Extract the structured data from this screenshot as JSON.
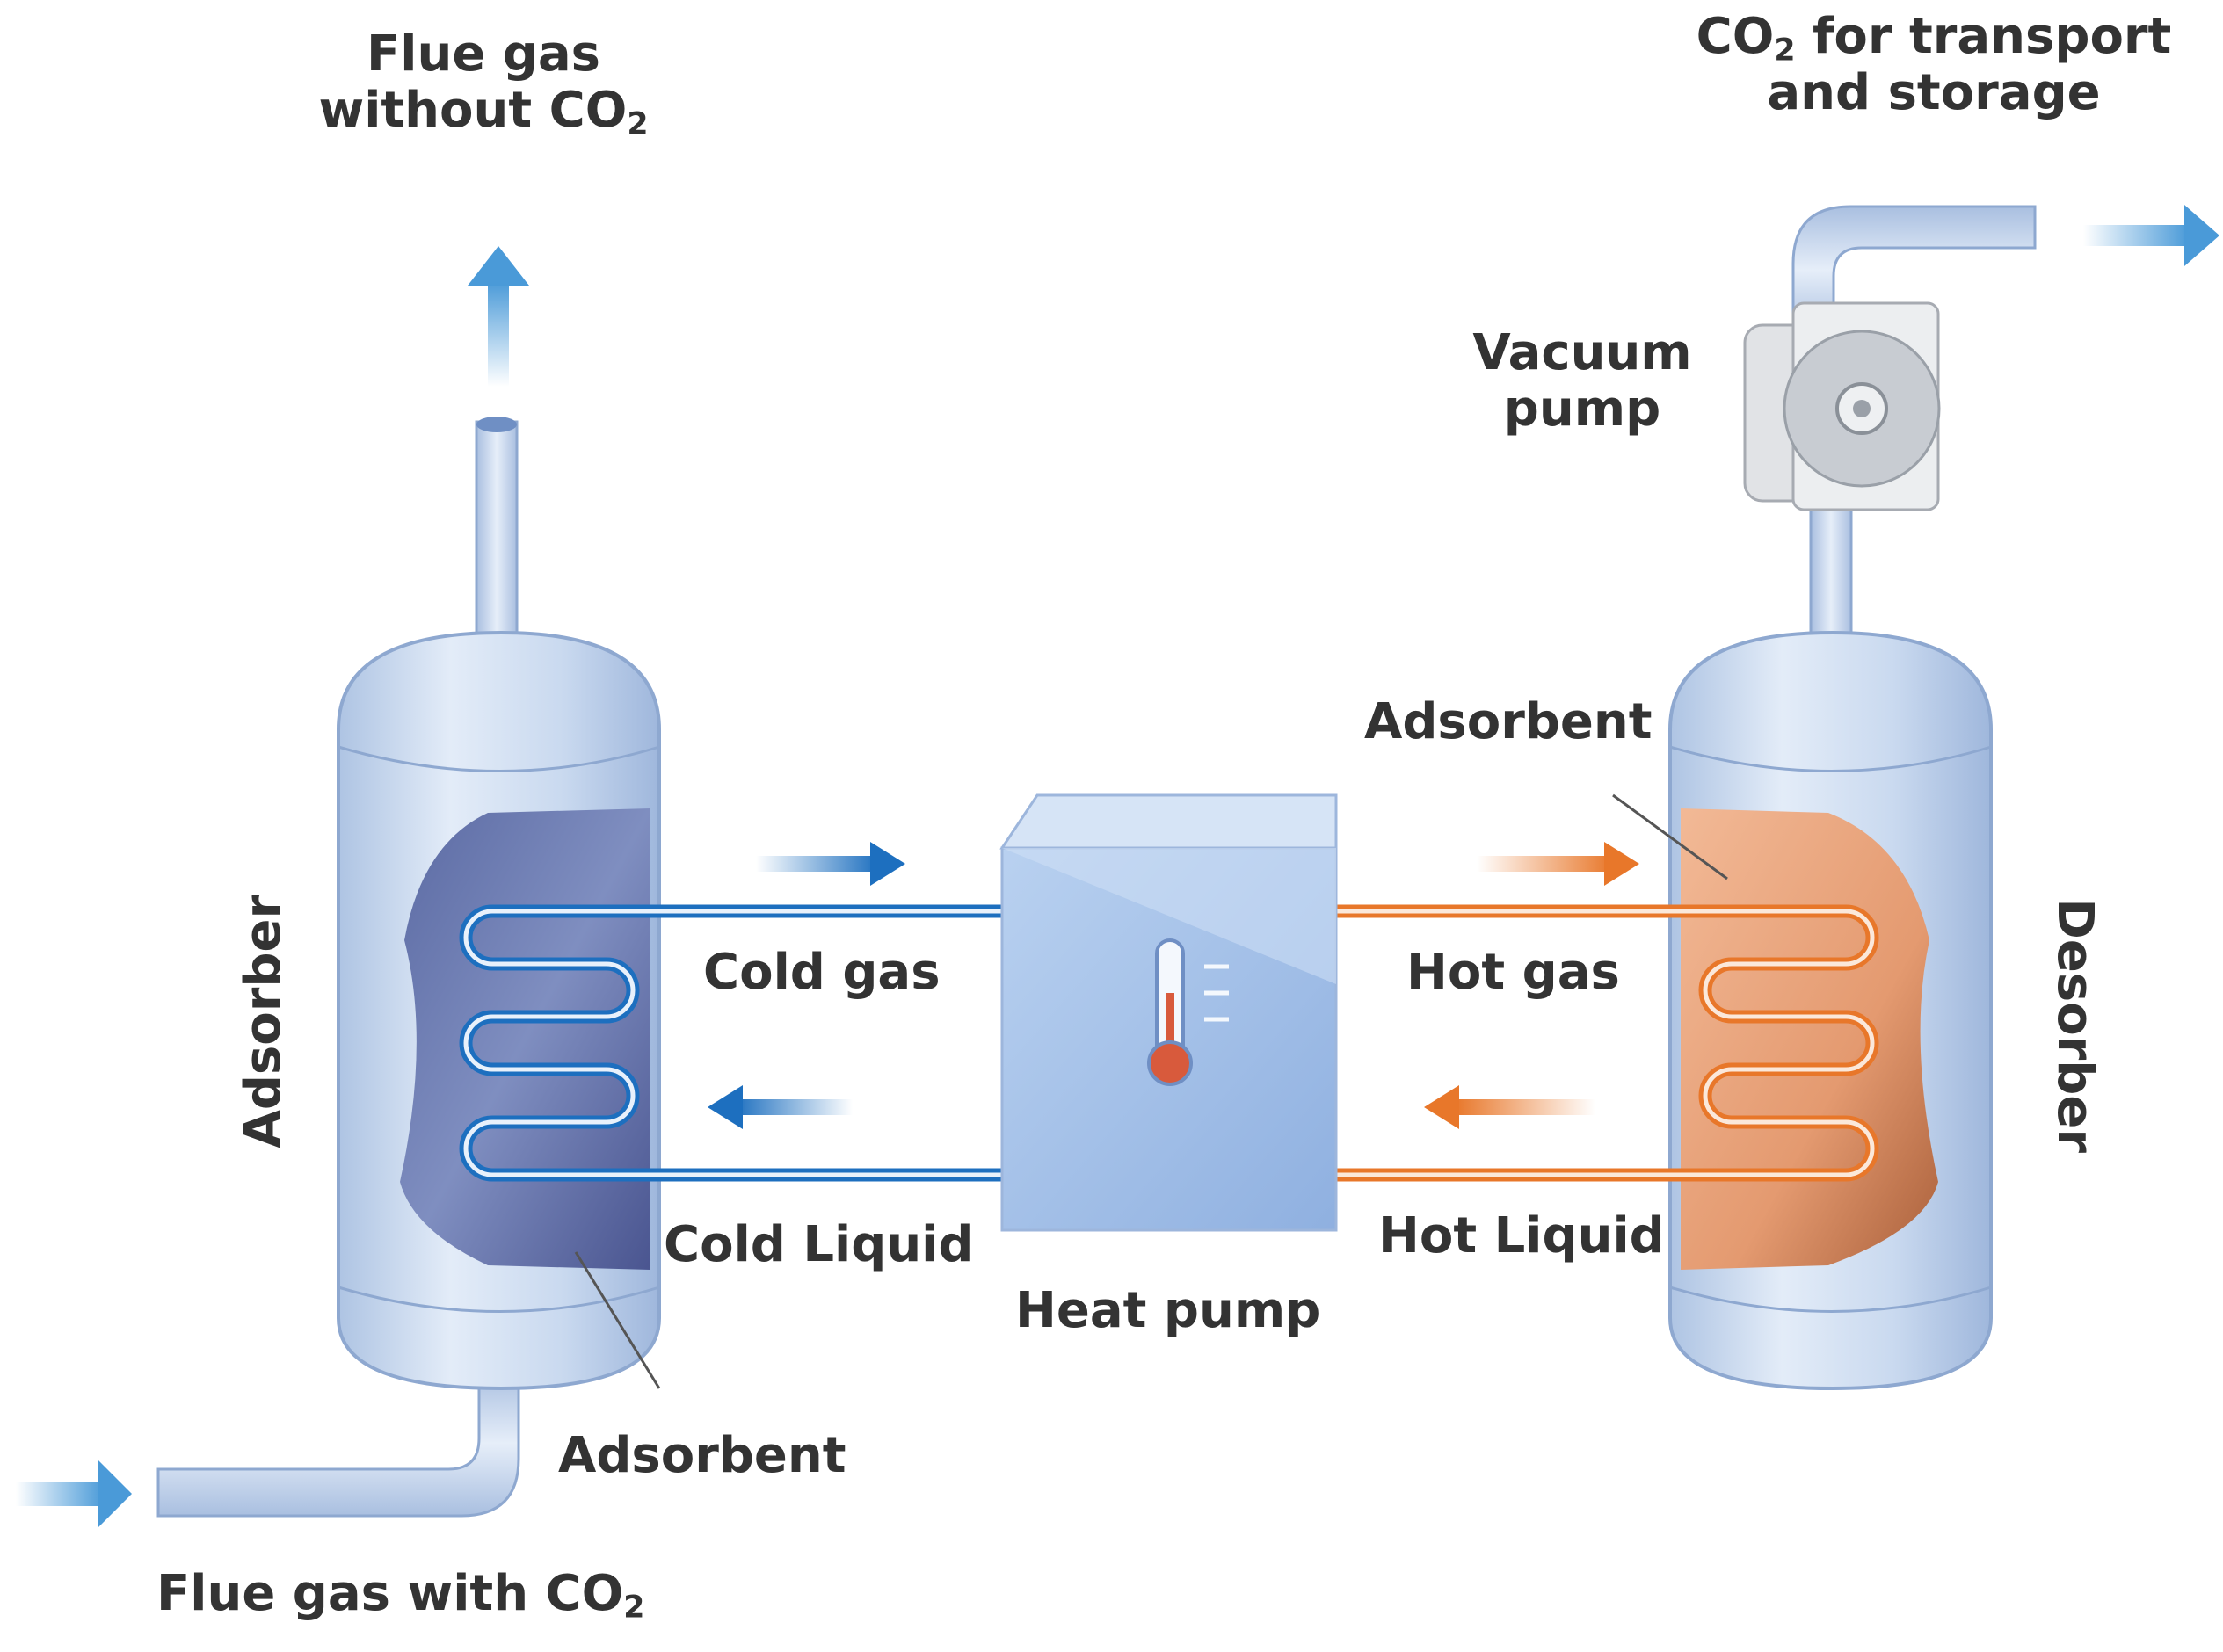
{
  "labels": {
    "flue_out_line1": "Flue gas",
    "flue_out_line2_prefix": "without CO",
    "flue_out_line2_sub": "2",
    "co2_line1_prefix": "CO",
    "co2_line1_sub": "2",
    "co2_line1_suffix": " for transport",
    "co2_line2": "and storage",
    "vacuum_line1": "Vacuum",
    "vacuum_line2": "pump",
    "adsorbent_desorber": "Adsorbent",
    "adsorbent_adsorber": "Adsorbent",
    "adsorber": "Adsorber",
    "desorber": "Desorber",
    "cold_gas": "Cold gas",
    "cold_liquid": "Cold Liquid",
    "hot_gas": "Hot gas",
    "hot_liquid": "Hot Liquid",
    "heat_pump": "Heat pump",
    "flue_in_prefix": "Flue gas with CO",
    "flue_in_sub": "2"
  },
  "colors": {
    "cold": "#1d6fbf",
    "hot": "#e8772a",
    "vessel": "#c6d7ee",
    "flow_arrow": "#4a9ad8",
    "text": "#333333"
  }
}
